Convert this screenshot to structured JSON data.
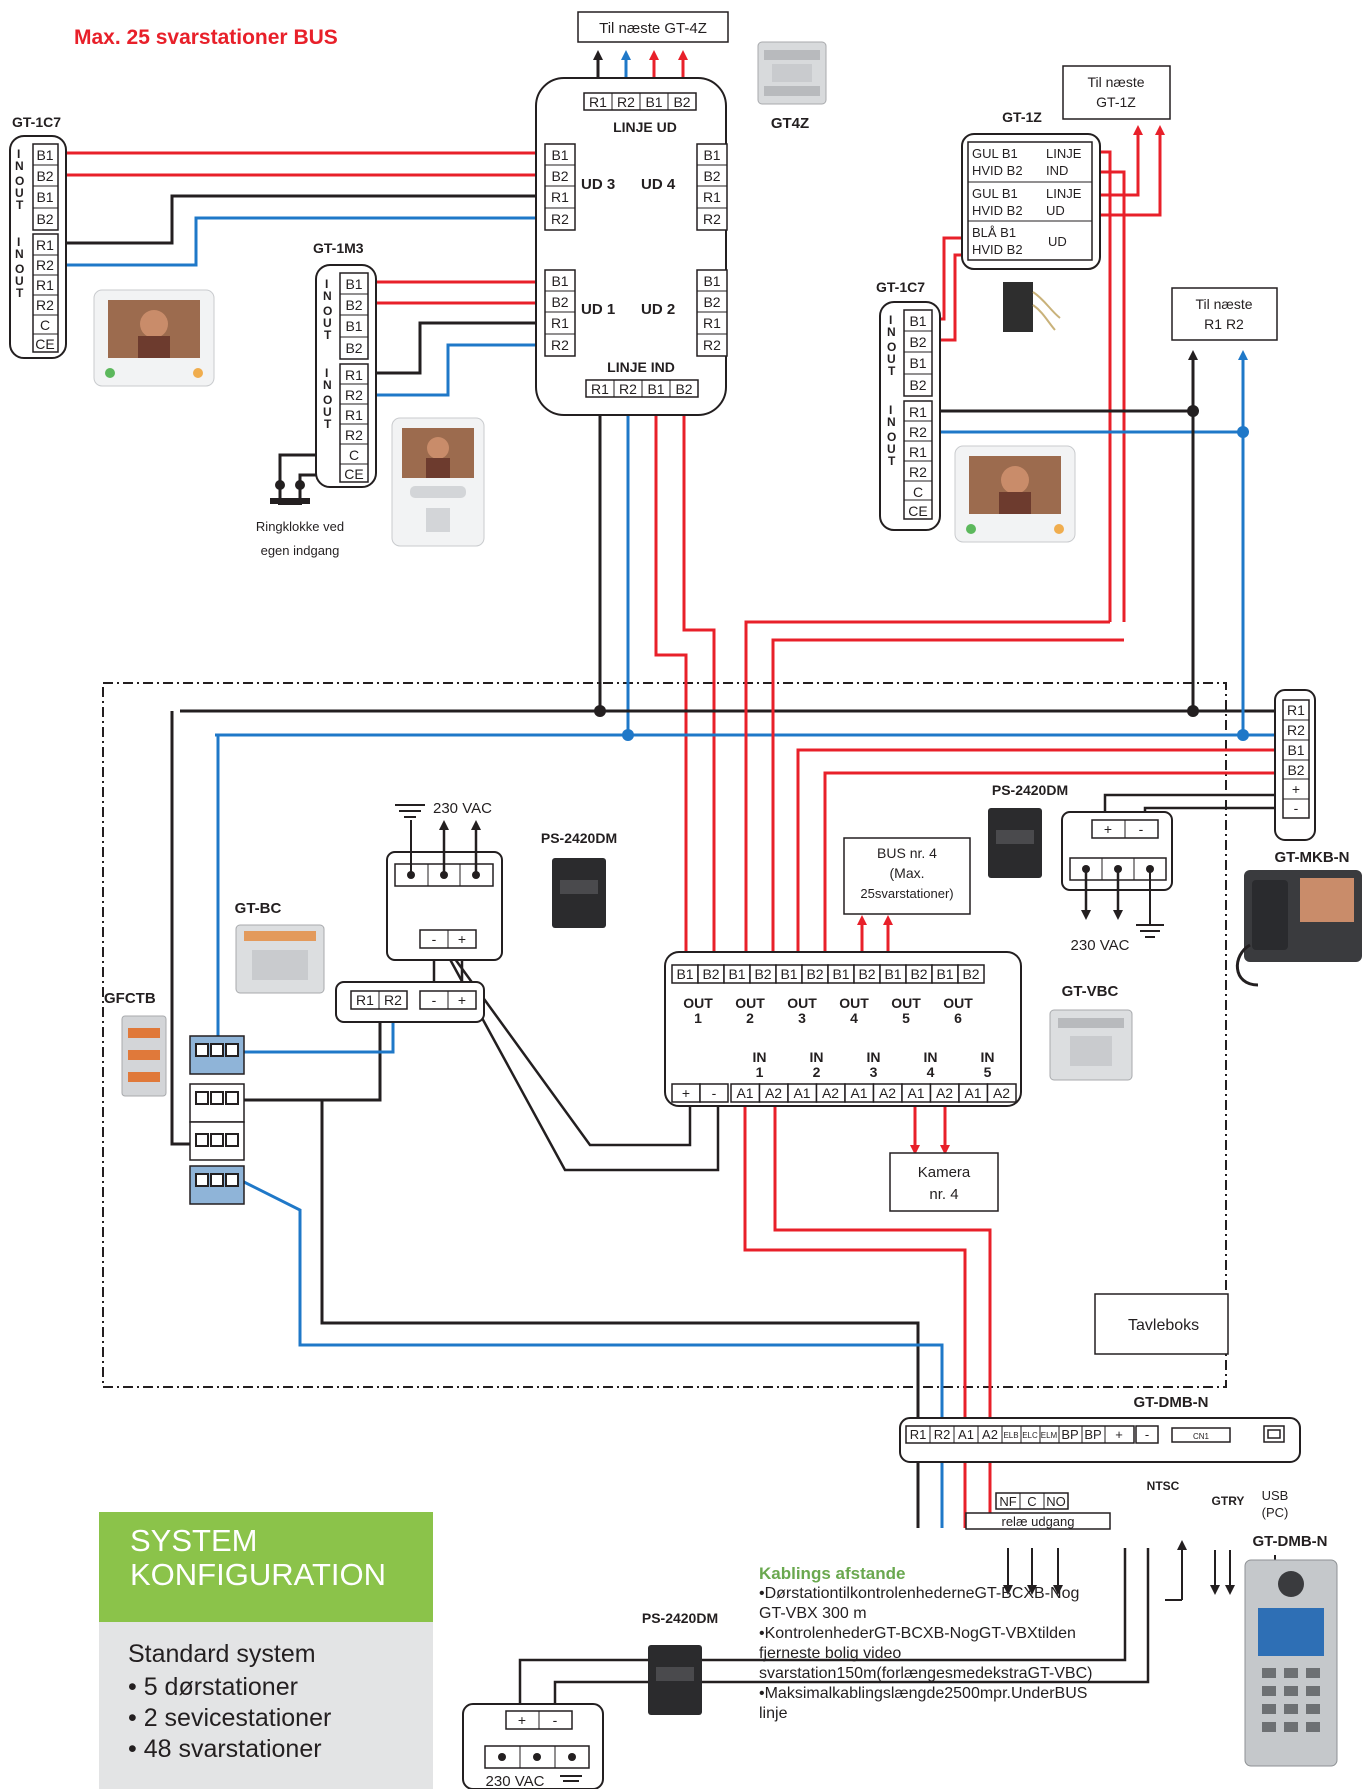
{
  "header": {
    "title": "Max. 25 svarstationer BUS"
  },
  "labels": {
    "til_gt4z": "Til næste GT-4Z",
    "til_gt1z_1": "Til næste",
    "til_gt1z_2": "GT-1Z",
    "til_r1r2_1": "Til næste",
    "til_r1r2_2": "R1 R2",
    "gt4z": "GT4Z",
    "gt1z": "GT-1Z",
    "gt1c7_left": "GT-1C7",
    "gt1c7_right": "GT-1C7",
    "gt1m3": "GT-1M3",
    "linje_ud": "LINJE UD",
    "linje_ind": "LINJE IND",
    "ud1": "UD 1",
    "ud2": "UD 2",
    "ud3": "UD 3",
    "ud4": "UD 4",
    "ringklokke_1": "Ringklokke ved",
    "ringklokke_2": "egen indgang",
    "ps_1": "PS-2420DM",
    "ps_2": "PS-2420DM",
    "ps_3": "PS-2420DM",
    "vac_top": "230 VAC",
    "vac_right": "230 VAC",
    "vac_bottom": "230 VAC",
    "gtbc": "GT-BC",
    "gfctb": "GFCTB",
    "bus4_1": "BUS nr. 4",
    "bus4_2": "(Max.",
    "bus4_3": "25svarstationer)",
    "gtvbc": "GT-VBC",
    "kamera_1": "Kamera",
    "kamera_2": "nr. 4",
    "tavleboks": "Tavleboks",
    "gtmkbn": "GT-MKB-N",
    "gtdmbn_1": "GT-DMB-N",
    "gtdmbn_2": "GT-DMB-N",
    "ntsc": "NTSC",
    "gtry": "GTRY",
    "usb": "USB",
    "pc": "(PC)",
    "rele": "relæ udgang",
    "cn1": "CN1",
    "nf": "NF",
    "c": "C",
    "no": "NO",
    "in_out": "I N O U T",
    "gt1z_row1_left": "GUL B1",
    "gt1z_row1_left2": "HVID B2",
    "gt1z_row1_right": "LINJE",
    "gt1z_row1_right2": "IND",
    "gt1z_row2_left": "GUL B1",
    "gt1z_row2_left2": "HVID B2",
    "gt1z_row2_right": "LINJE",
    "gt1z_row2_right2": "UD",
    "gt1z_row3_left": "BLÅ B1",
    "gt1z_row3_left2": "HVID B2",
    "gt1z_row3_right": "UD",
    "out_labels": [
      "OUT",
      "OUT",
      "OUT",
      "OUT",
      "OUT",
      "OUT"
    ],
    "out_nums": [
      "1",
      "2",
      "3",
      "4",
      "5",
      "6"
    ],
    "in_labels": [
      "IN",
      "IN",
      "IN",
      "IN",
      "IN"
    ],
    "in_nums": [
      "1",
      "2",
      "3",
      "4",
      "5"
    ]
  },
  "terminals": {
    "b1": "B1",
    "b2": "B2",
    "r1": "R1",
    "r2": "R2",
    "c": "C",
    "ce": "CE",
    "a1": "A1",
    "a2": "A2",
    "plus": "+",
    "minus": "-",
    "elb": "ELB",
    "elc": "ELC",
    "elm": "ELM",
    "bp": "BP"
  },
  "sidebar": {
    "heading_1": "SYSTEM",
    "heading_2": "KONFIGURATION",
    "subtitle": "Standard system",
    "items": [
      "• 5 dørstationer",
      "• 2 sevicestationer",
      "• 48 svarstationer"
    ]
  },
  "cabling": {
    "title": "Kablings afstande",
    "lines": [
      "•DørstationtilkontrolenhederneGT-BCXB-Nog",
      "GT-VBX 300 m",
      "•KontrolenhederGT-BCXB-NogGT-VBXtilden",
      "fjerneste bolig  video",
      "svarstation150m(forlængesmedekstraGT-VBC)",
      "•Maksimalkablingslængde2500mpr.UnderBUS",
      "linje"
    ]
  },
  "colors": {
    "red": "#e8202a",
    "blue": "#1f78c8",
    "black": "#231f20",
    "green": "#8bc34a",
    "title_red": "#e8202a"
  }
}
